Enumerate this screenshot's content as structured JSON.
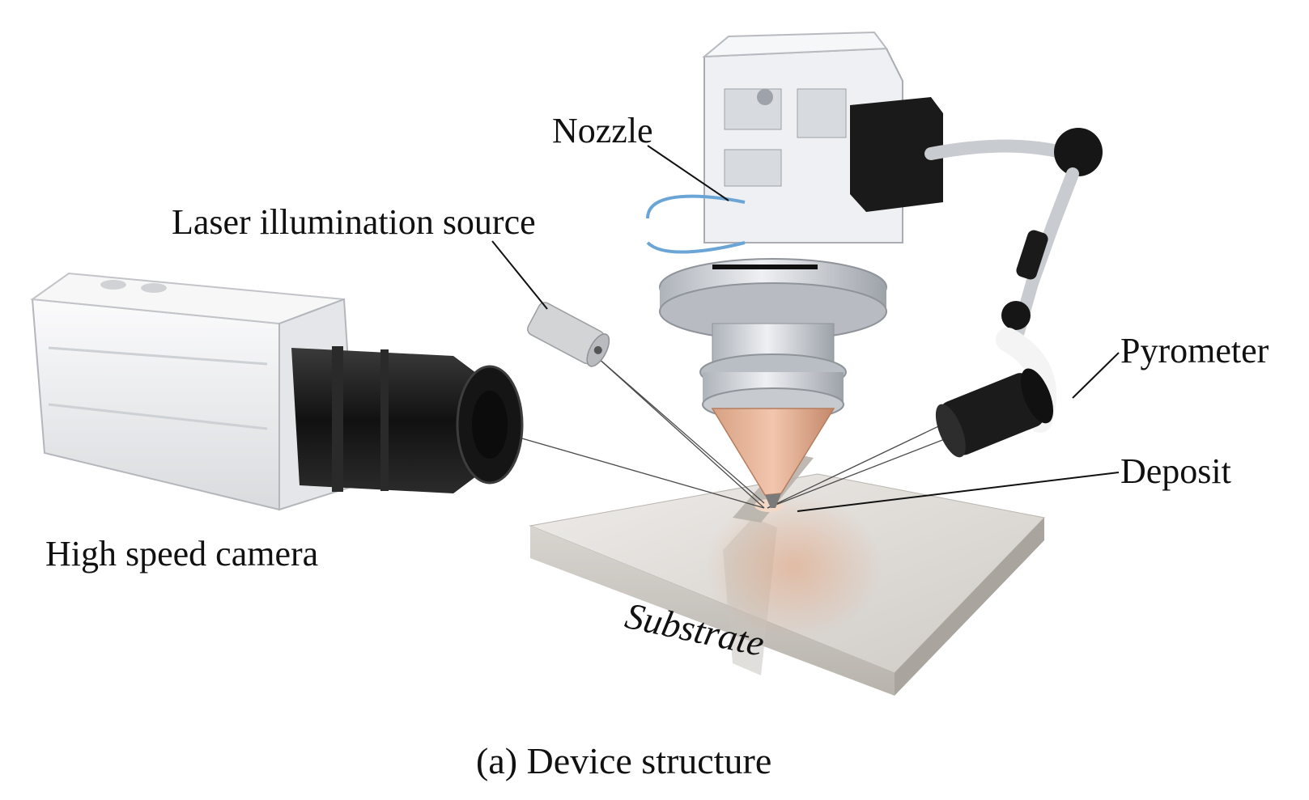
{
  "labels": {
    "nozzle": "Nozzle",
    "laser_source": "Laser illumination source",
    "pyrometer": "Pyrometer",
    "deposit": "Deposit",
    "camera": "High speed camera",
    "substrate": "Substrate"
  },
  "caption": "(a) Device structure",
  "colors": {
    "substrate": "#d9d6d2",
    "laser_glow": "#e9a27c",
    "camera_body": "#f2f3f5",
    "lens": "#1c1c1c",
    "nozzle_metal": "#c9ccd1",
    "pyrometer": "#151515",
    "leader_line": "#111111"
  }
}
